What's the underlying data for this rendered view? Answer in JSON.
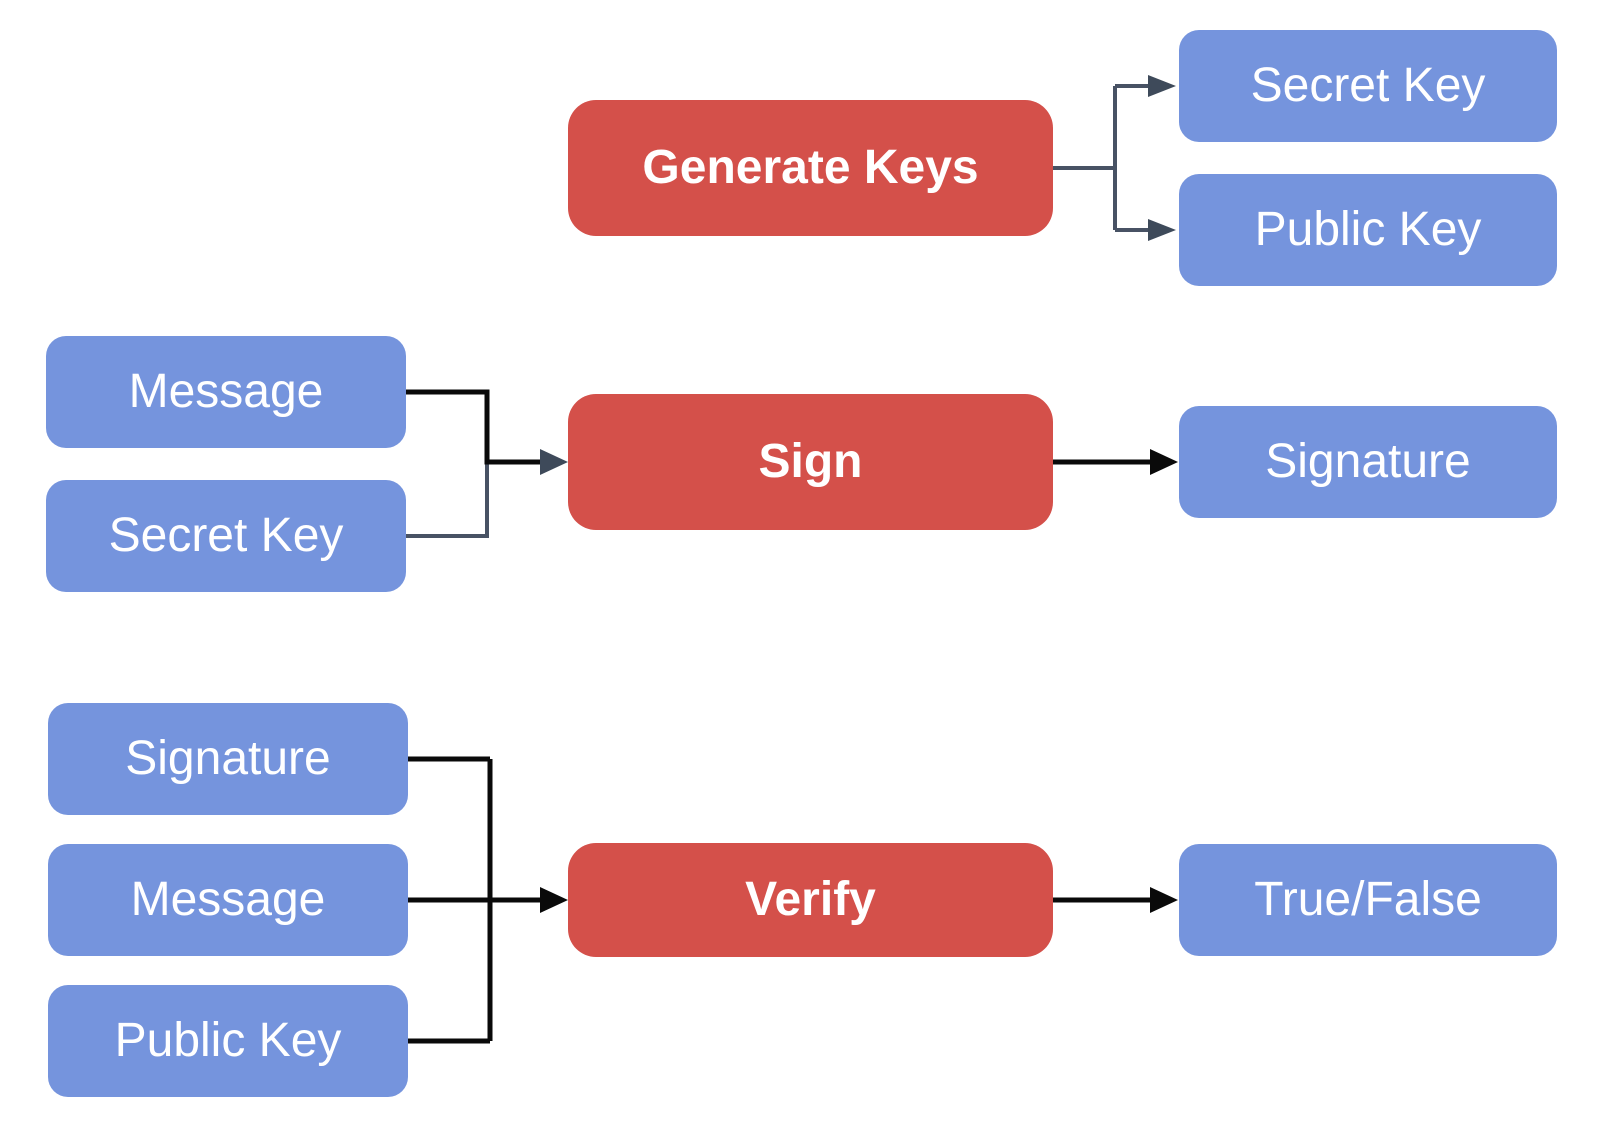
{
  "colors": {
    "process_box": "#d4504a",
    "data_box": "#7594dd",
    "connector_slate": "#485264",
    "connector_head_slate": "#3e4a5a",
    "connector_black": "#0a0a0a",
    "label_text": "#ffffff",
    "background": "#ffffff"
  },
  "keygen_flow": {
    "process_label": "Generate Keys",
    "outputs": [
      {
        "label": "Secret Key"
      },
      {
        "label": "Public Key"
      }
    ]
  },
  "sign_flow": {
    "inputs": [
      {
        "label": "Message"
      },
      {
        "label": "Secret Key"
      }
    ],
    "process_label": "Sign",
    "output_label": "Signature"
  },
  "verify_flow": {
    "inputs": [
      {
        "label": "Signature"
      },
      {
        "label": "Message"
      },
      {
        "label": "Public Key"
      }
    ],
    "process_label": "Verify",
    "output_label": "True/False"
  }
}
